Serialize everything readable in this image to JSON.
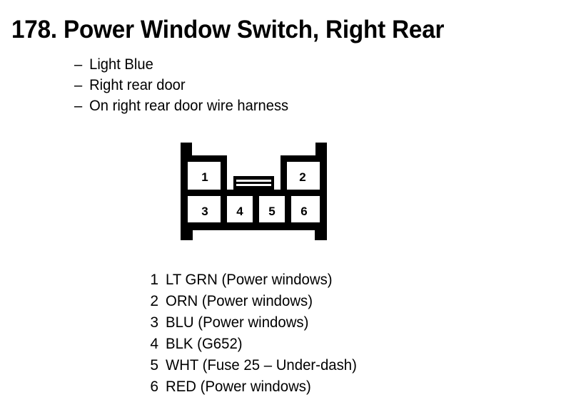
{
  "title": "178. Power Window Switch, Right Rear",
  "description": {
    "dash": "–",
    "lines": [
      "Light Blue",
      "Right rear door",
      "On right rear door wire harness"
    ]
  },
  "connector": {
    "top_row_pins": [
      "1",
      "2"
    ],
    "bottom_row_pins": [
      "3",
      "4",
      "5",
      "6"
    ],
    "outline_color": "#000000",
    "fill_color": "#ffffff"
  },
  "pin_legend": [
    {
      "pin": "1",
      "text": "LT GRN (Power windows)"
    },
    {
      "pin": "2",
      "text": "ORN (Power windows)"
    },
    {
      "pin": "3",
      "text": "BLU (Power windows)"
    },
    {
      "pin": "4",
      "text": "BLK (G652)"
    },
    {
      "pin": "5",
      "text": "WHT (Fuse 25 – Under-dash)"
    },
    {
      "pin": "6",
      "text": "RED (Power windows)"
    }
  ]
}
